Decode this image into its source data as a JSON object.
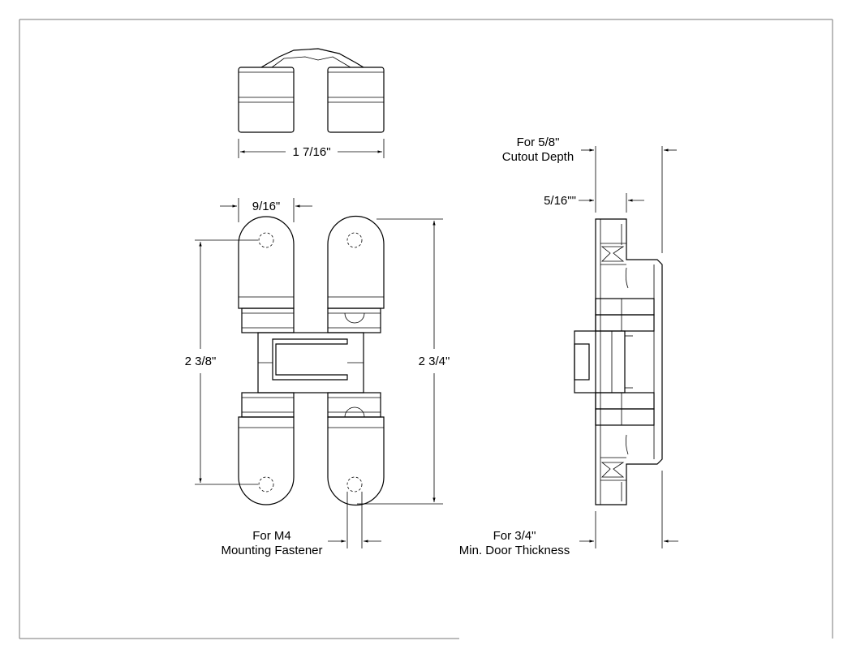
{
  "labels": {
    "overall_width": "1 7/16\"",
    "body_width": "9/16\"",
    "hole_spacing": "2 3/8\"",
    "overall_height": "2 3/4\"",
    "fastener_line1": "For M4",
    "fastener_line2": "Mounting Fastener",
    "cutout_line1": "For 5/8\"",
    "cutout_line2": "Cutout Depth",
    "side_depth": "5/16\"\"",
    "door_line1": "For 3/4\"",
    "door_line2": "Min. Door Thickness"
  }
}
